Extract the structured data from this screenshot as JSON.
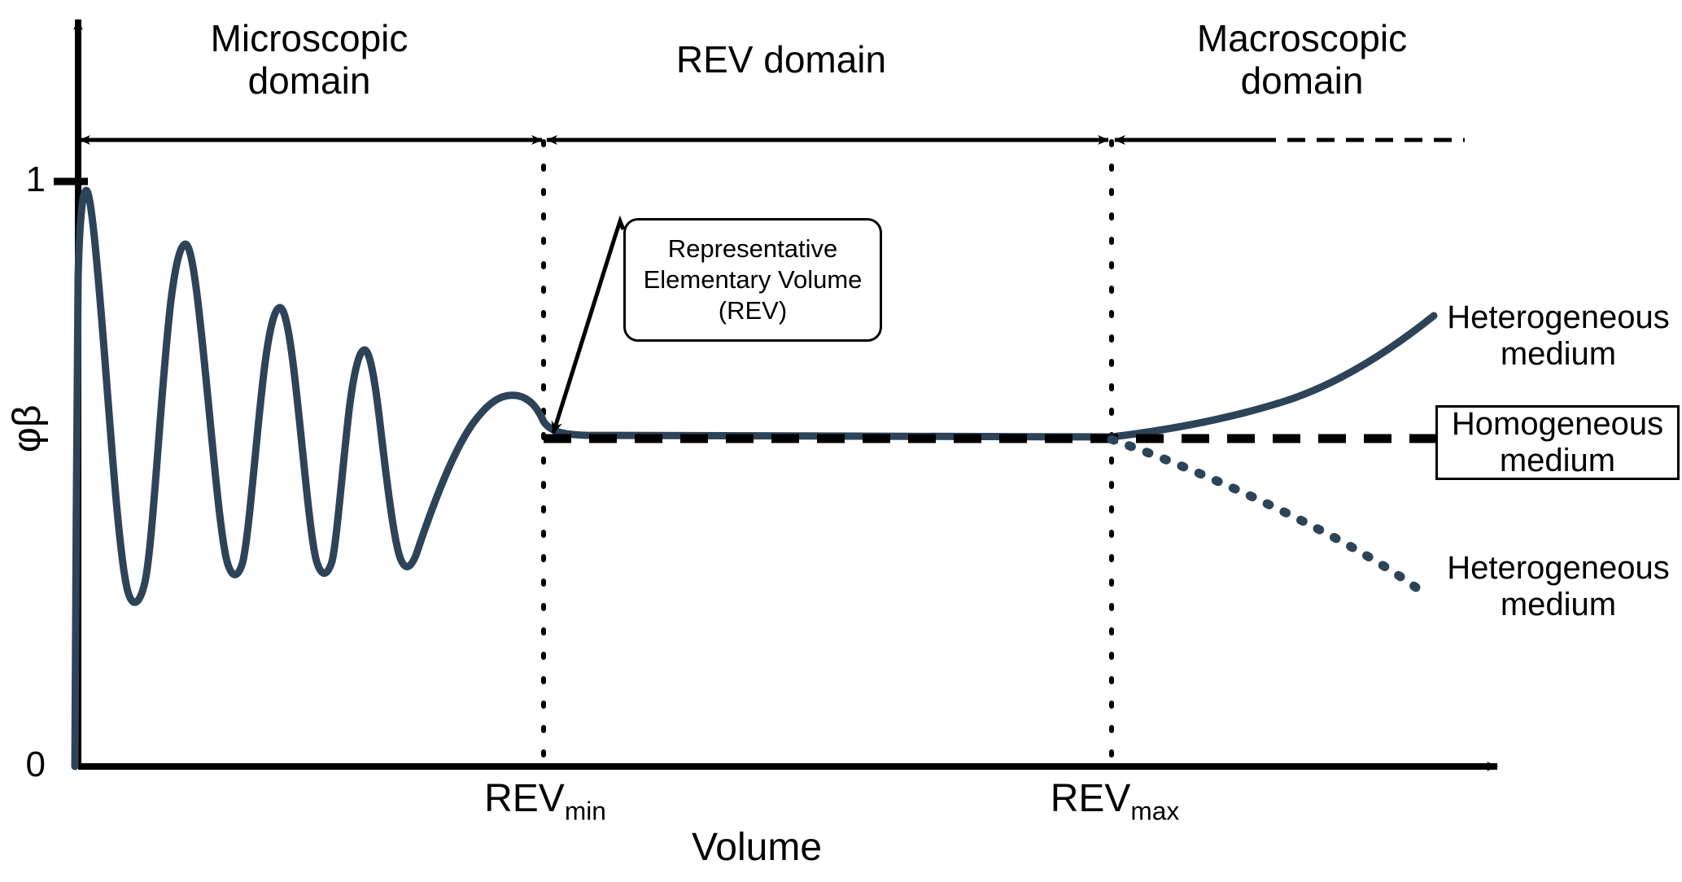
{
  "figure": {
    "title": "Representative Elementary Volume (REV) concept diagram",
    "colors": {
      "curve": "#2d4358",
      "axis": "#000000",
      "homogeneous_line": "#000000",
      "background": "#ffffff"
    }
  },
  "axes": {
    "y_axis_title": "φβ",
    "y_ticks": [
      "1",
      "0"
    ],
    "y_tick_one": "1",
    "y_tick_zero": "0",
    "x_axis_title": "Volume",
    "x_tick_min_base": "REV",
    "x_tick_min_sub": "min",
    "x_tick_max_base": "REV",
    "x_tick_max_sub": "max"
  },
  "domains": [
    {
      "id": "microscopic",
      "label": "Microscopic\ndomain"
    },
    {
      "id": "rev",
      "label": "REV domain"
    },
    {
      "id": "macroscopic",
      "label": "Macroscopic\ndomain"
    }
  ],
  "callout": {
    "text": "Representative\nElementary Volume\n(REV)"
  },
  "legend": {
    "heterogeneous_upper": "Heterogeneous\nmedium",
    "homogeneous": "Homogeneous\nmedium",
    "heterogeneous_lower": "Heterogeneous\nmedium"
  },
  "chart_data": {
    "type": "line",
    "title": "Representative Elementary Volume (REV) concept",
    "xlabel": "Volume",
    "ylabel": "φβ",
    "ylim": [
      0,
      1.12
    ],
    "y_tick_values": [
      0,
      1
    ],
    "y_tick_labels": [
      "0",
      "1"
    ],
    "x_tick_labels": [
      "REVmin",
      "REVmax"
    ],
    "x_tick_positions": [
      0.305,
      0.695
    ],
    "grid": false,
    "legend_position": "right",
    "annotations": [
      {
        "text": "Representative Elementary Volume (REV)",
        "points_to_x": 0.305,
        "points_to_y": 0.5
      },
      {
        "text": "Microscopic domain",
        "span_x": [
          0.0,
          0.305
        ]
      },
      {
        "text": "REV domain",
        "span_x": [
          0.305,
          0.695
        ]
      },
      {
        "text": "Macroscopic domain",
        "span_x": [
          0.695,
          1.0
        ]
      }
    ],
    "series": [
      {
        "name": "Heterogeneous medium (upper branch)",
        "style": "solid",
        "color": "#2d4358",
        "description": "Damped oscillation at small volumes converging to plateau, then rising after REVmax",
        "x": [
          0.008,
          0.01,
          0.02,
          0.036,
          0.05,
          0.067,
          0.08,
          0.092,
          0.107,
          0.12,
          0.133,
          0.148,
          0.163,
          0.18,
          0.205,
          0.23,
          0.26,
          0.305,
          0.4,
          0.5,
          0.6,
          0.695,
          0.76,
          0.82,
          0.88,
          0.94,
          1.0
        ],
        "y": [
          0.0,
          0.36,
          0.96,
          0.23,
          0.84,
          0.26,
          0.68,
          0.25,
          0.62,
          0.26,
          0.565,
          0.56,
          0.555,
          0.545,
          0.525,
          0.512,
          0.505,
          0.5,
          0.5,
          0.5,
          0.5,
          0.5,
          0.53,
          0.56,
          0.6,
          0.66,
          0.72
        ]
      },
      {
        "name": "Homogeneous medium",
        "style": "dashed",
        "color": "#000000",
        "description": "Constant plateau continuing past REVmax",
        "x": [
          0.305,
          0.695,
          1.0
        ],
        "y": [
          0.5,
          0.5,
          0.5
        ]
      },
      {
        "name": "Heterogeneous medium (lower branch)",
        "style": "dotted",
        "color": "#2d4358",
        "description": "Deviating downward after REVmax",
        "x": [
          0.695,
          0.76,
          0.83,
          0.9,
          0.95,
          0.985
        ],
        "y": [
          0.5,
          0.455,
          0.4,
          0.34,
          0.29,
          0.25
        ]
      }
    ]
  }
}
